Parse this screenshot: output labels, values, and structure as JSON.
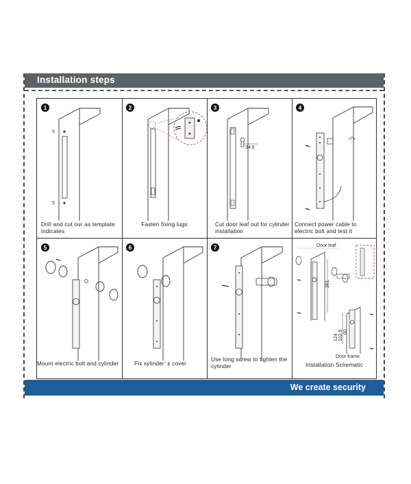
{
  "header": {
    "title": "Installation steps"
  },
  "steps": [
    {
      "number": "1",
      "caption": "Drill and cut our as template indicates",
      "dims": [
        "5",
        "5"
      ]
    },
    {
      "number": "2",
      "caption": "Fasten fixing lugs"
    },
    {
      "number": "3",
      "caption": "Cut  door leaf out for cylinder installation",
      "dims": [
        "34.9"
      ]
    },
    {
      "number": "4",
      "caption": "Connect power cable to electric bolt and test it"
    },
    {
      "number": "5",
      "caption": "Mount electric bolt and cylinder"
    },
    {
      "number": "6",
      "caption": "Fix sylinder’ s cover"
    },
    {
      "number": "7",
      "caption": "Use long screw to tighten the cylinder"
    },
    {
      "number": "",
      "caption": "Installation Schematic",
      "labels": [
        "Door leaf",
        "Door frame"
      ],
      "dims": [
        "261",
        "124",
        "102.5",
        "60"
      ]
    }
  ],
  "footer": {
    "tagline": "We create security"
  }
}
